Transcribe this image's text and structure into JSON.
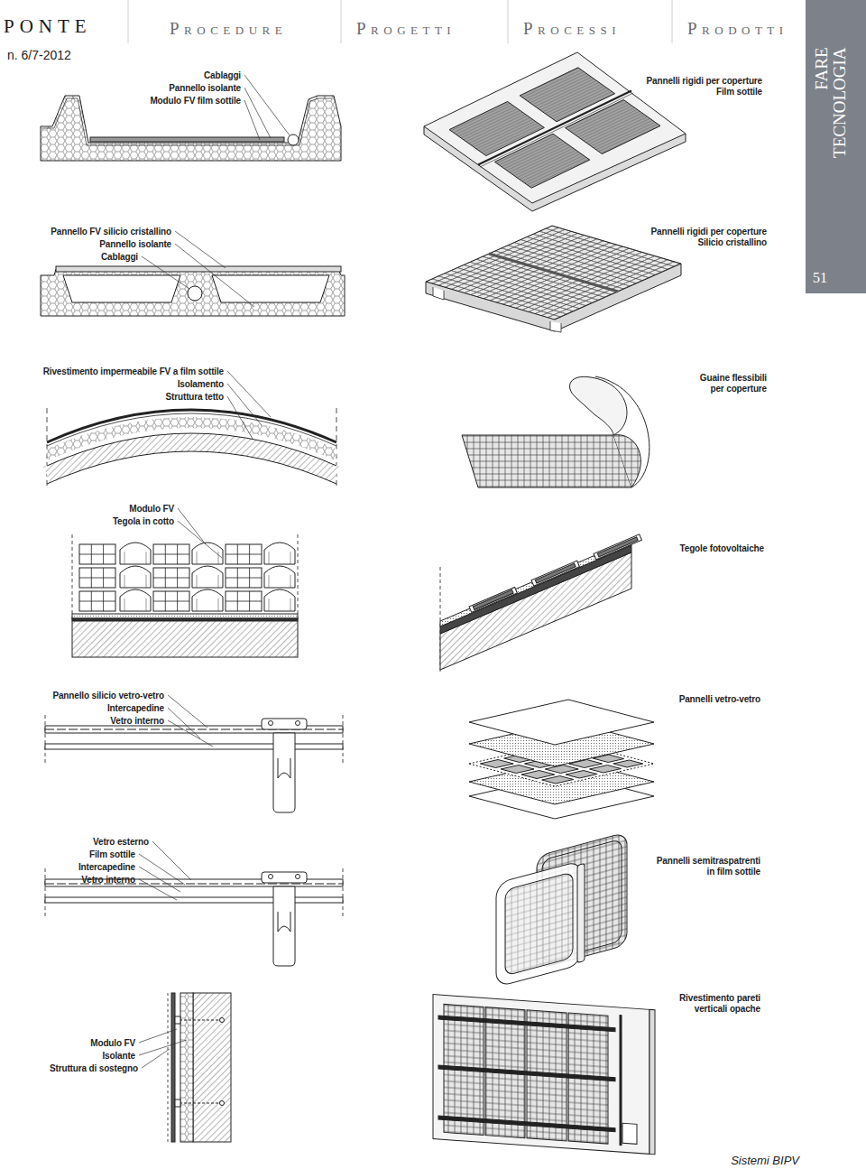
{
  "diagram": {
    "caption": "Sistemi BIPV",
    "nodes": [
      {
        "text": [
          "FARE TECNOLOGIA",
          "51"
        ]
      }
    ],
    "labels": [
      "PONTE",
      "PROCEDURE",
      "PROGETTI",
      "PROCESSI",
      "PRODOTTI",
      "n. 6/7-2012",
      "Cablaggi",
      "Pannello isolante",
      "Modulo FV film sottile",
      "Pannelli rigidi per coperture",
      "Film sottile",
      "Pannello FV silicio cristallino",
      "Pannello isolante",
      "Cablaggi",
      "Pannelli rigidi per coperture",
      "Silicio cristallino",
      "Rivestimento impermeabile FV a film sottile",
      "Isolamento",
      "Struttura tetto",
      "Guaine flessibili",
      "per coperture",
      "Modulo FV",
      "Tegola in cotto",
      "Tegole fotovoltaiche",
      "Pannello silicio vetro-vetro",
      "Intercapedine",
      "Vetro interno",
      "Pannelli vetro-vetro",
      "Vetro esterno",
      "Film sottile",
      "Intercapedine",
      "Vetro interno",
      "Pannelli semitraspatrenti",
      "in film sottile",
      "Rivestimento pareti",
      "verticali opache",
      "Modulo FV",
      "Isolante",
      "Struttura di sostegno"
    ]
  }
}
